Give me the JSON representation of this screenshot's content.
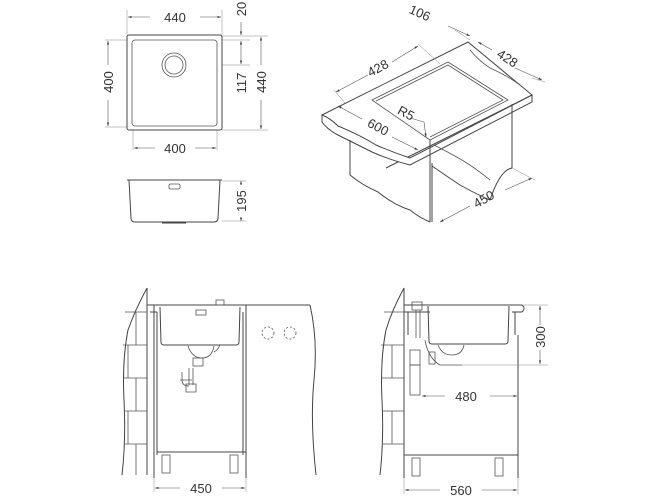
{
  "top_view": {
    "width_outer": "440",
    "width_inner": "400",
    "depth_inner": "400",
    "depth_outer": "440",
    "drain_offset": "117",
    "rim_offset": "20"
  },
  "side_view": {
    "bowl_depth": "195"
  },
  "isometric_view": {
    "cutout_front": "428",
    "cutout_side": "428",
    "back_margin": "106",
    "corner_radius": "R5",
    "cabinet_width": "600",
    "cabinet_depth": "450"
  },
  "front_elevation": {
    "cabinet_width": "450"
  },
  "side_elevation": {
    "drain_height": "300",
    "drain_depth": "480",
    "cabinet_depth": "560"
  }
}
